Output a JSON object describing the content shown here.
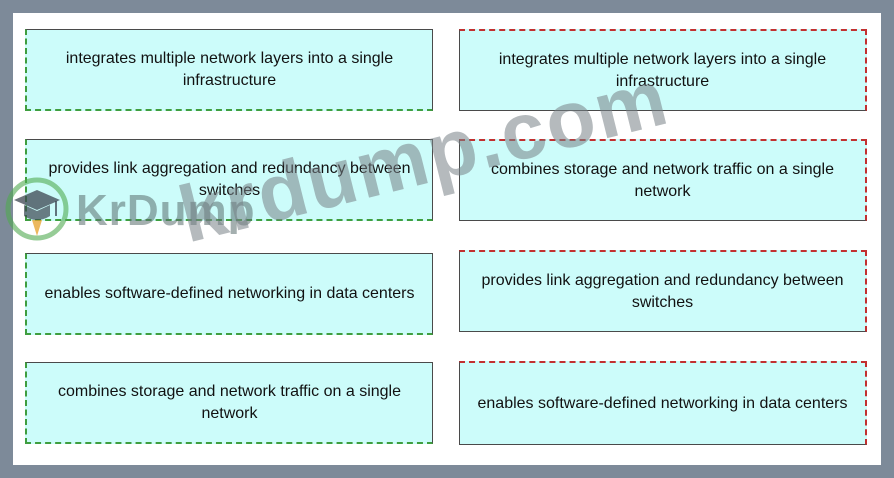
{
  "left_column": [
    {
      "text": "integrates multiple network layers into a single infrastructure"
    },
    {
      "text": "provides link aggregation and redundancy between switches"
    },
    {
      "text": "enables software-defined networking in data centers"
    },
    {
      "text": "combines storage and network traffic on a single network"
    }
  ],
  "right_column": [
    {
      "text": "integrates multiple network layers into a single infrastructure"
    },
    {
      "text": "combines storage and network traffic on a single network"
    },
    {
      "text": "provides link aggregation and redundancy between switches"
    },
    {
      "text": "enables software-defined networking in data centers"
    }
  ],
  "watermark": {
    "brand": "KrDump",
    "url": "krdump.com"
  },
  "colors": {
    "card_fill": "#ccfcfa",
    "left_dash": "#3f9e3f",
    "right_dash": "#c23030",
    "frame": "#7d8a99"
  }
}
